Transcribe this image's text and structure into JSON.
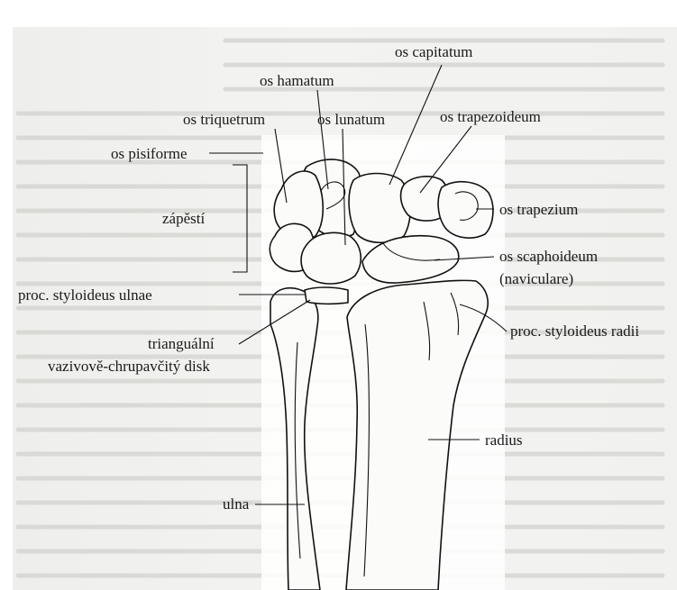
{
  "labels": {
    "os_capitatum": "os capitatum",
    "os_hamatum": "os hamatum",
    "os_triquetrum": "os triquetrum",
    "os_lunatum": "os lunatum",
    "os_trapezoideum": "os trapezoideum",
    "os_pisiforme": "os pisiforme",
    "zapesti": "zápěstí",
    "os_trapezium": "os trapezium",
    "os_scaphoideum": "os scaphoideum",
    "naviculare": "(naviculare)",
    "proc_styloideus_ulnae": "proc. styloideus ulnae",
    "proc_styloideus_radii": "proc. styloideus radii",
    "triangularni": "trianguální",
    "disk": "vazivově-chrupavčitý disk",
    "radius": "radius",
    "ulna": "ulna"
  }
}
